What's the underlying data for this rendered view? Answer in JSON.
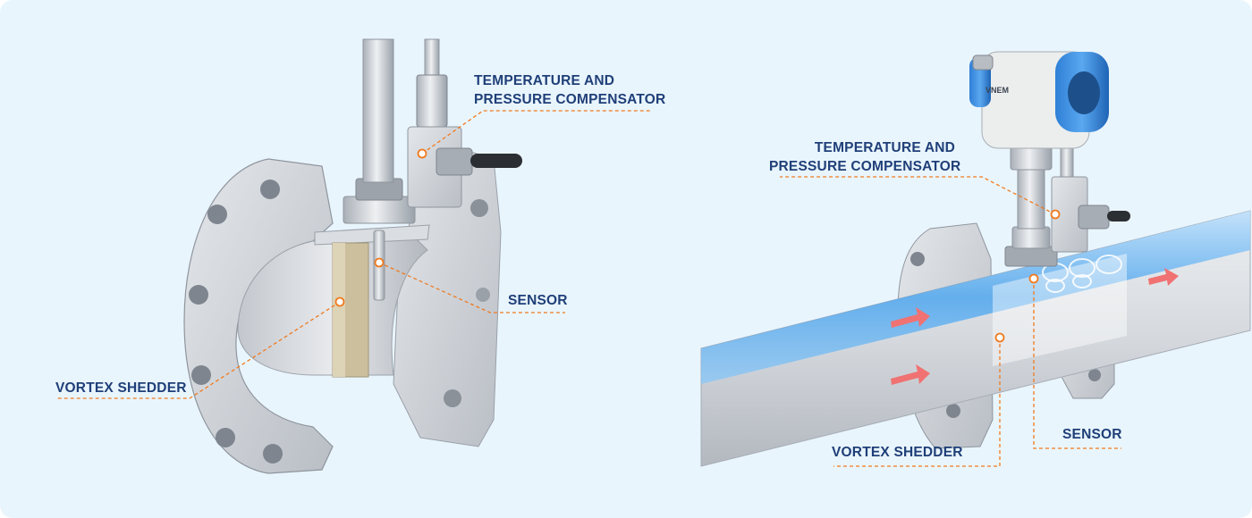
{
  "left_view": {
    "callouts": {
      "compensator": [
        "TEMPERATURE AND",
        "PRESSURE COMPENSATOR"
      ],
      "sensor": "SENSOR",
      "shedder": "VORTEX SHEDDER"
    }
  },
  "right_view": {
    "brand": "VNEM",
    "callouts": {
      "compensator": [
        "TEMPERATURE AND",
        "PRESSURE COMPENSATOR"
      ],
      "sensor": "SENSOR",
      "shedder": "VORTEX SHEDDER"
    }
  },
  "colors": {
    "background": "#e9f5fd",
    "label_text": "#1f3f78",
    "leader_line": "#f07a1e",
    "flow_arrow": "#f07272",
    "metal": "#cfd3d8",
    "transmitter_cap": "#3d8fe0"
  }
}
